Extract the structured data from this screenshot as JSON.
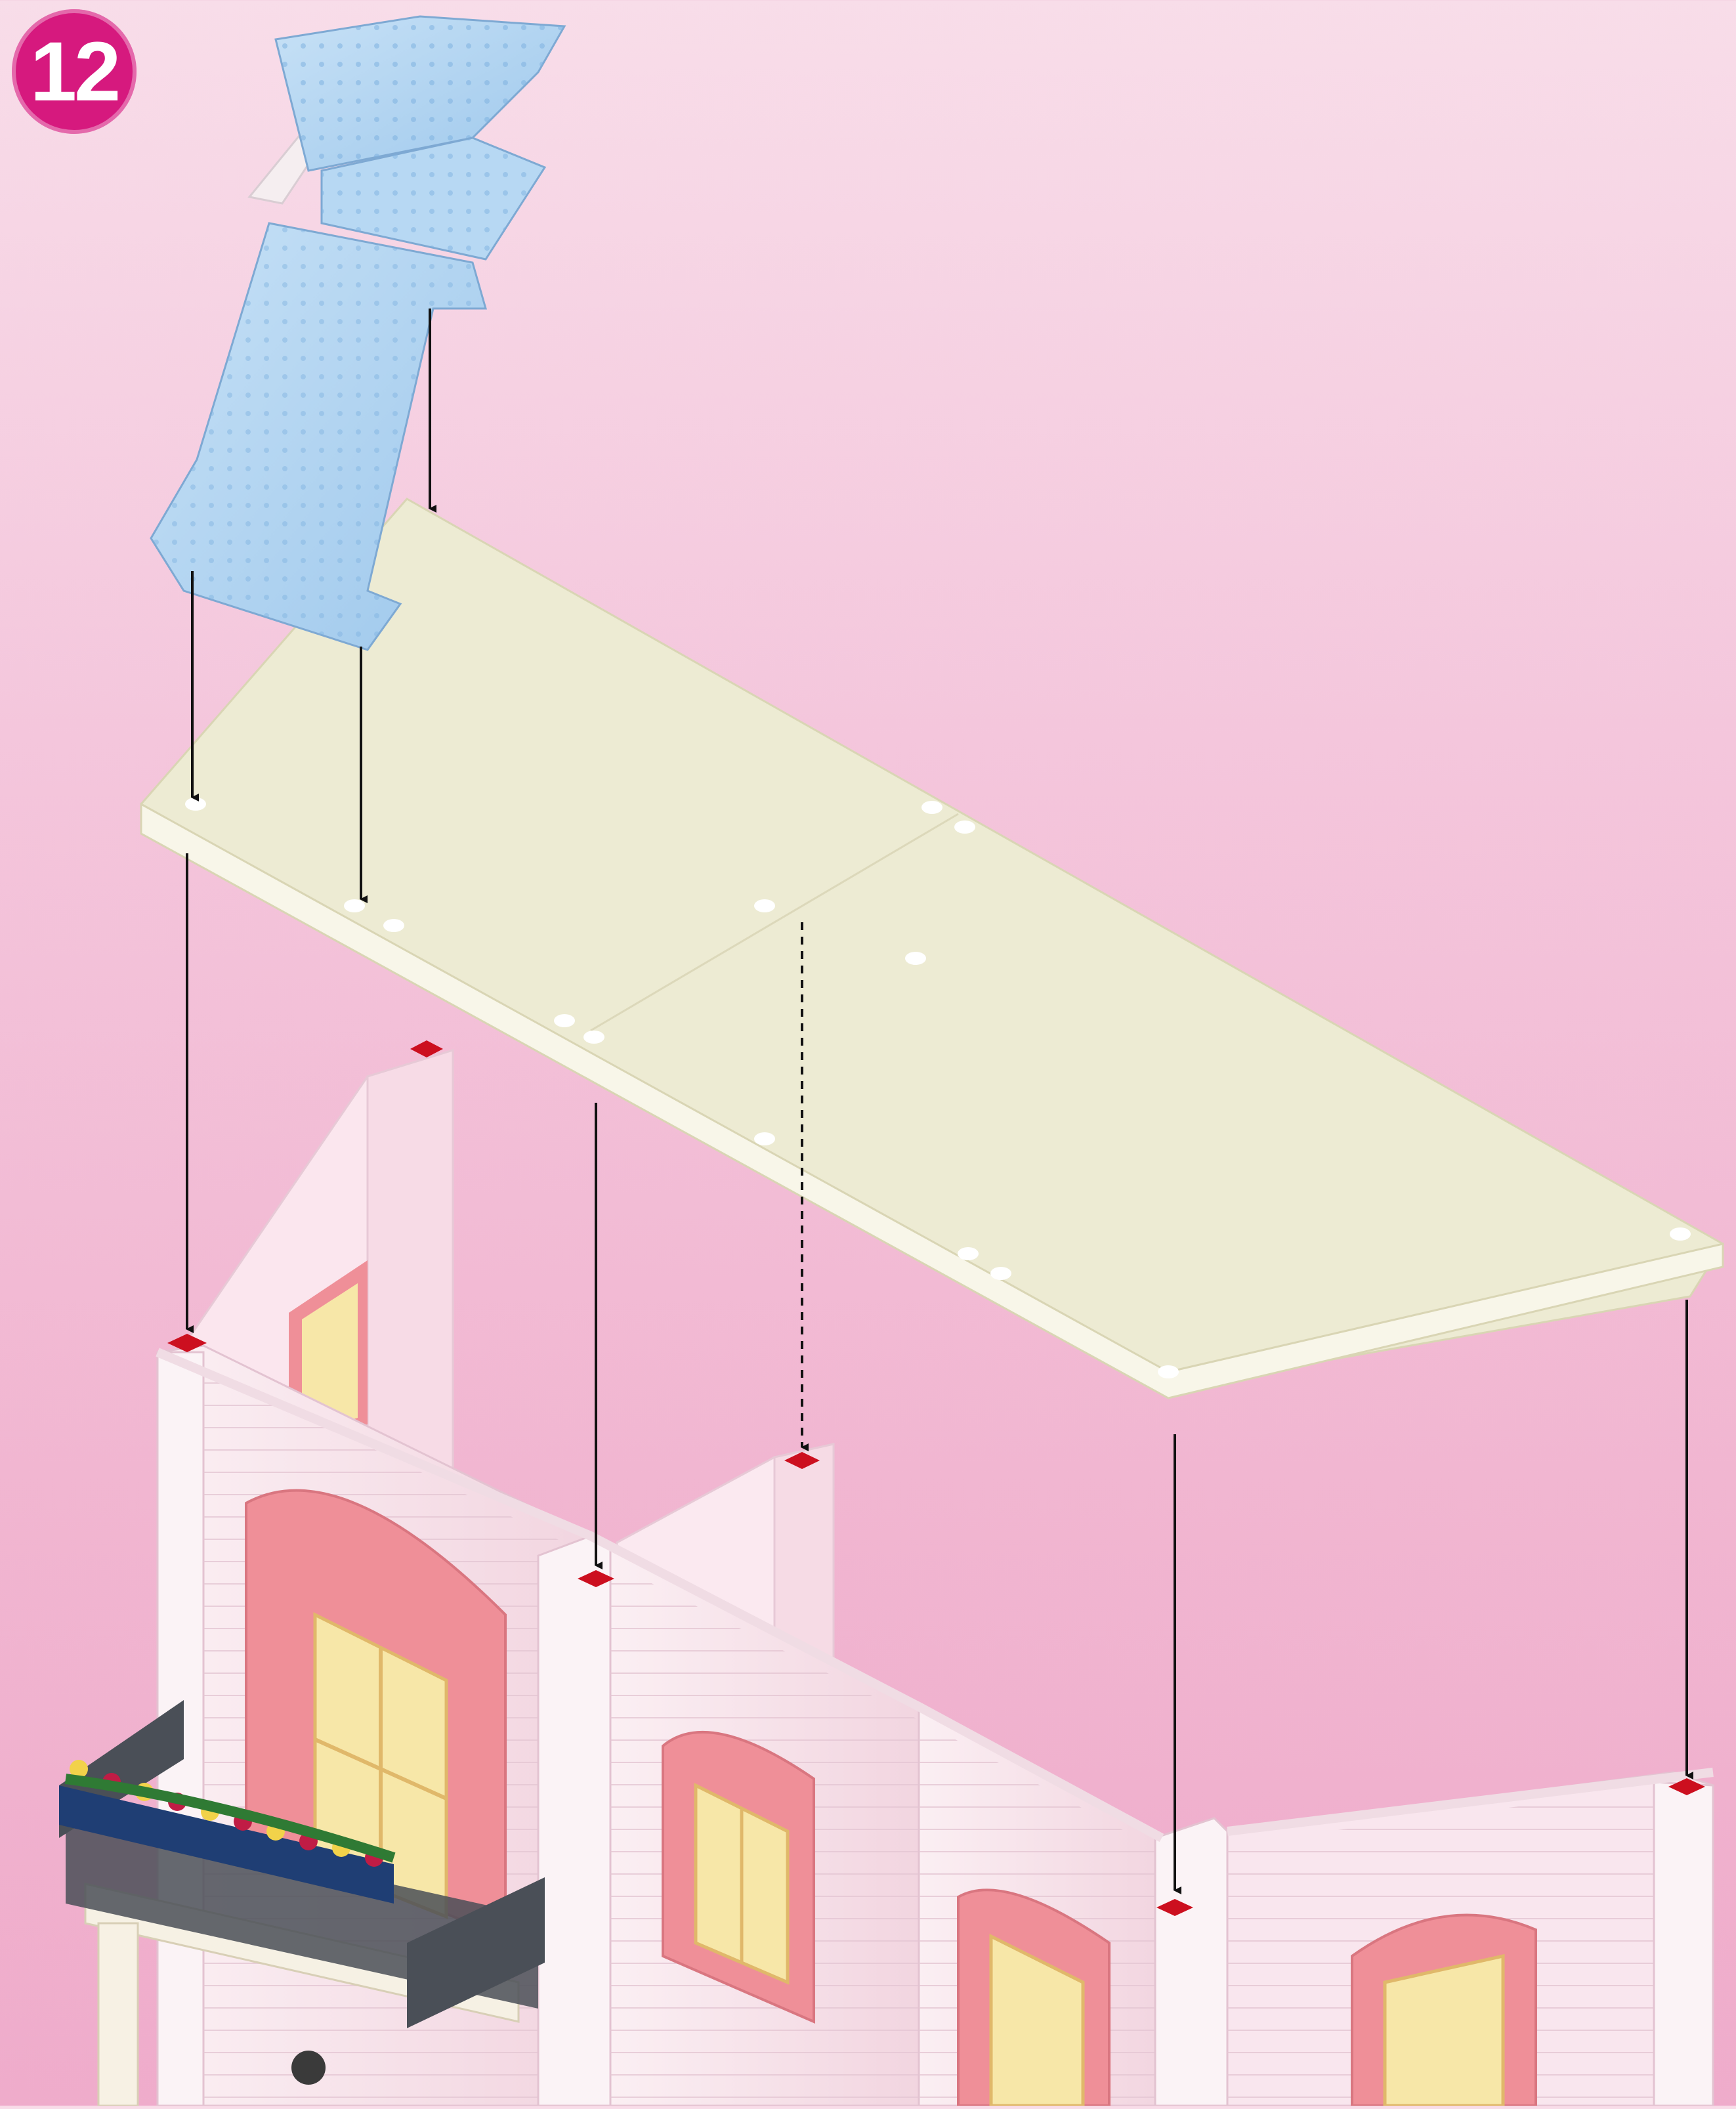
{
  "step": {
    "number": "12"
  },
  "colors": {
    "badge": "#d6197e",
    "background_top": "#f8dde9",
    "background_bottom": "#efaccb",
    "floor_panel": "#efedd6",
    "roof_piece": "#a9d0f0",
    "wall": "#f7e2ea",
    "window_frame": "#ef8f98",
    "window_glass": "#f7e7a8",
    "connector": "#cc0f1f",
    "balcony_rail": "#4a4f57"
  },
  "parts": {
    "roof_piece": "roof-dormer-piece",
    "floor_panel": "floor-panel",
    "house": "house-upper-storey",
    "balcony": "flower-balcony"
  }
}
